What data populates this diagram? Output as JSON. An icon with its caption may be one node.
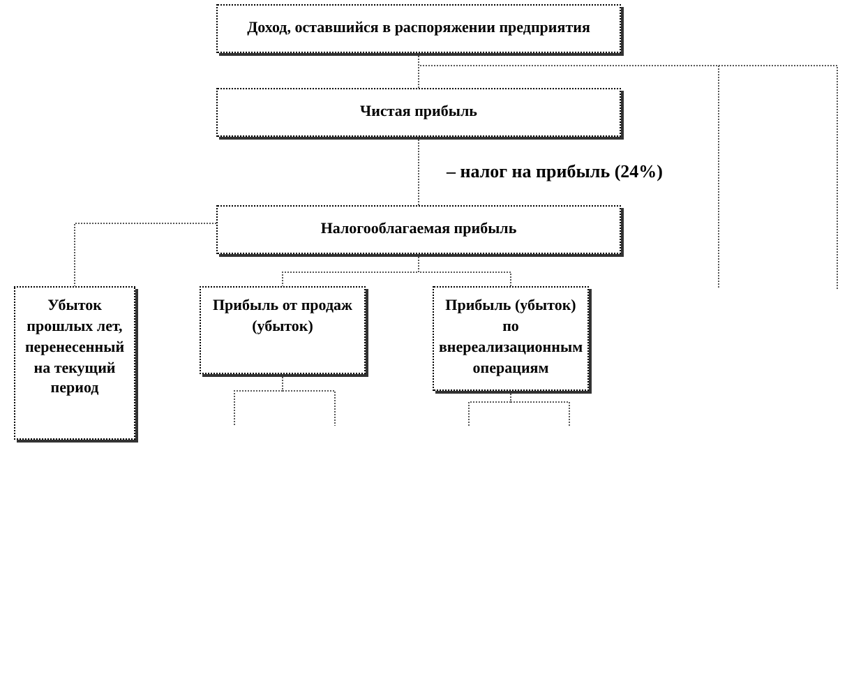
{
  "diagram": {
    "nodes": [
      {
        "text": [
          "Доход, оставшийся в распоряжении предприятия"
        ]
      },
      {
        "text": [
          "Чистая прибыль"
        ]
      },
      {
        "text": [
          "Налогооблагаемая прибыль"
        ]
      },
      {
        "text": [
          "Убыток прошлых лет, перенесенный на текущий период"
        ]
      },
      {
        "text": [
          "Прибыль от продаж (убыток)"
        ]
      },
      {
        "text": [
          "Прибыль (убыток) по внереализационным операциям"
        ]
      }
    ],
    "edges": [
      {
        "from": 0,
        "to": 1,
        "arrow": "none"
      },
      {
        "from": 0,
        "to": null,
        "arrow": "none"
      },
      {
        "from": 0,
        "to": null,
        "arrow": "none"
      },
      {
        "from": 1,
        "to": 2,
        "arrow": "none",
        "label": "– налог на прибыль (24%)"
      },
      {
        "from": 2,
        "to": 3,
        "arrow": "none"
      },
      {
        "from": 2,
        "to": 4,
        "arrow": "none"
      },
      {
        "from": 2,
        "to": 5,
        "arrow": "none"
      },
      {
        "from": 4,
        "to": null,
        "arrow": "none"
      },
      {
        "from": 4,
        "to": null,
        "arrow": "none"
      },
      {
        "from": 5,
        "to": null,
        "arrow": "none"
      },
      {
        "from": 5,
        "to": null,
        "arrow": "none"
      }
    ]
  }
}
